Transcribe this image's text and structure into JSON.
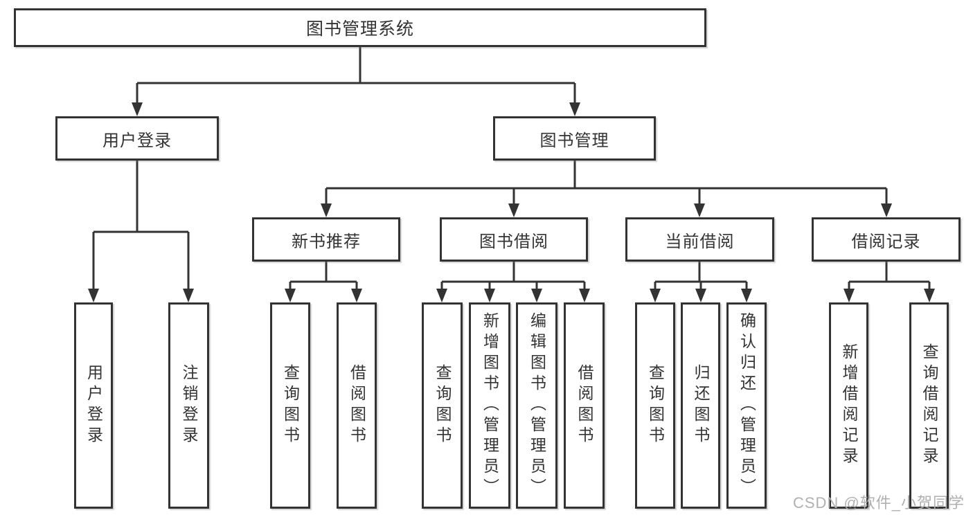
{
  "diagram": {
    "type": "hierarchy-tree",
    "orientation": "top-down"
  },
  "colors": {
    "background": "#ffffff",
    "line": "#333333",
    "box_border": "#333333",
    "text": "#333333",
    "watermark": "#b0b0b0"
  },
  "tree": {
    "root": {
      "label": "图书管理系统"
    },
    "branches": [
      {
        "label": "用户登录",
        "children": [
          {
            "label": "用户登录"
          },
          {
            "label": "注销登录"
          }
        ]
      },
      {
        "label": "图书管理",
        "children": [
          {
            "label": "新书推荐",
            "children": [
              {
                "label": "查询图书"
              },
              {
                "label": "借阅图书"
              }
            ]
          },
          {
            "label": "图书借阅",
            "children": [
              {
                "label": "查询图书"
              },
              {
                "label": "新增图书（管理员）"
              },
              {
                "label": "编辑图书（管理员）"
              },
              {
                "label": "借阅图书"
              }
            ]
          },
          {
            "label": "当前借阅",
            "children": [
              {
                "label": "查询图书"
              },
              {
                "label": "归还图书"
              },
              {
                "label": "确认归还（管理员）"
              }
            ]
          },
          {
            "label": "借阅记录",
            "children": [
              {
                "label": "新增借阅记录"
              },
              {
                "label": "查询借阅记录"
              }
            ]
          }
        ]
      }
    ]
  },
  "watermark": {
    "text": "CSDN @软件_小贺同学"
  }
}
